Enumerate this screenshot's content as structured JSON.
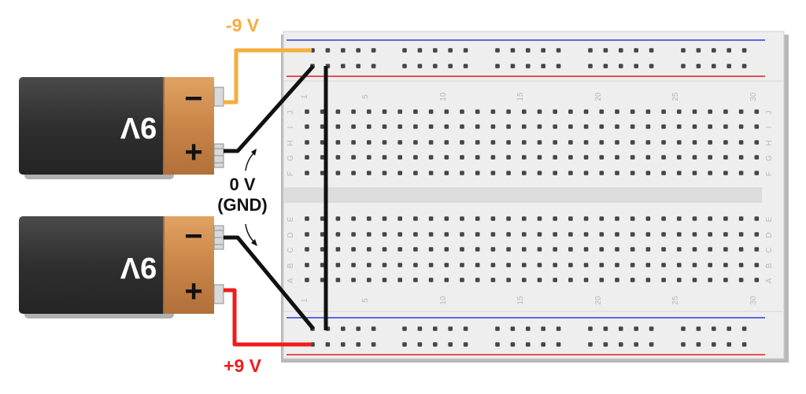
{
  "labels": {
    "neg_voltage": "-9 V",
    "pos_voltage": "+9 V",
    "ground_line1": "0 V",
    "ground_line2": "(GND)"
  },
  "battery_top": {
    "label": "9V",
    "neg_symbol": "−",
    "pos_symbol": "+"
  },
  "battery_bottom": {
    "label": "9V",
    "neg_symbol": "−",
    "pos_symbol": "+"
  },
  "breadboard": {
    "column_numbers": [
      "1",
      "5",
      "10",
      "15",
      "20",
      "25",
      "30"
    ],
    "row_letters_top": [
      "J",
      "I",
      "H",
      "G",
      "F"
    ],
    "row_letters_bottom": [
      "E",
      "D",
      "C",
      "B",
      "A"
    ]
  },
  "colors": {
    "neg_wire": "#f7ad3b",
    "pos_wire": "#ef1c1c",
    "gnd_wire": "#111111",
    "rail_blue": "#2a3fd8",
    "rail_red": "#e01b1b",
    "battery_body": "#3b3b3b",
    "battery_cap": "#c9884a"
  }
}
